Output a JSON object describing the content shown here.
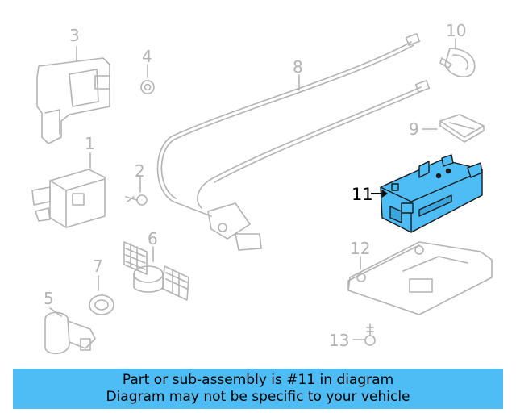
{
  "diagram": {
    "callouts": [
      {
        "id": "3",
        "label": "3"
      },
      {
        "id": "4",
        "label": "4"
      },
      {
        "id": "8",
        "label": "8"
      },
      {
        "id": "10",
        "label": "10"
      },
      {
        "id": "9",
        "label": "9"
      },
      {
        "id": "1",
        "label": "1"
      },
      {
        "id": "2",
        "label": "2"
      },
      {
        "id": "11",
        "label": "11"
      },
      {
        "id": "6",
        "label": "6"
      },
      {
        "id": "7",
        "label": "7"
      },
      {
        "id": "12",
        "label": "12"
      },
      {
        "id": "5",
        "label": "5"
      },
      {
        "id": "13",
        "label": "13"
      }
    ],
    "highlight_part": "11",
    "highlight_color": "#4ebcf5",
    "line_color": "#b3b3b3"
  },
  "banner": {
    "line1": "Part or sub-assembly is #11 in diagram",
    "line2": "Diagram may not be specific to your vehicle",
    "background": "#4ebcf5"
  }
}
